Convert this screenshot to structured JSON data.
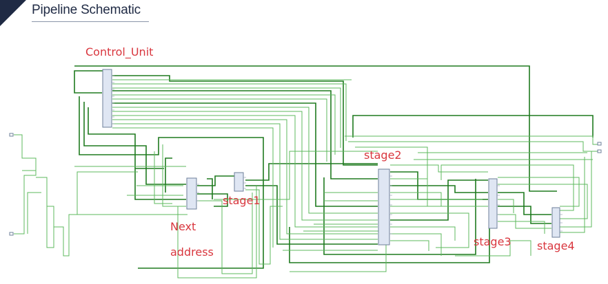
{
  "header": {
    "title": "Pipeline Schematic"
  },
  "labels": {
    "control_unit": "Control_Unit",
    "next_line1": "Next",
    "next_line2": "address",
    "stage1": "stage1",
    "stage2": "stage2",
    "stage3": "stage3",
    "stage4": "stage4"
  },
  "colors": {
    "wire_dark": "#1e7a1e",
    "wire_light": "#5cb85c",
    "block_fill": "#dfe6f3",
    "block_stroke": "#6d7f9a",
    "label": "#d9363e",
    "header": "#1f2a44"
  }
}
